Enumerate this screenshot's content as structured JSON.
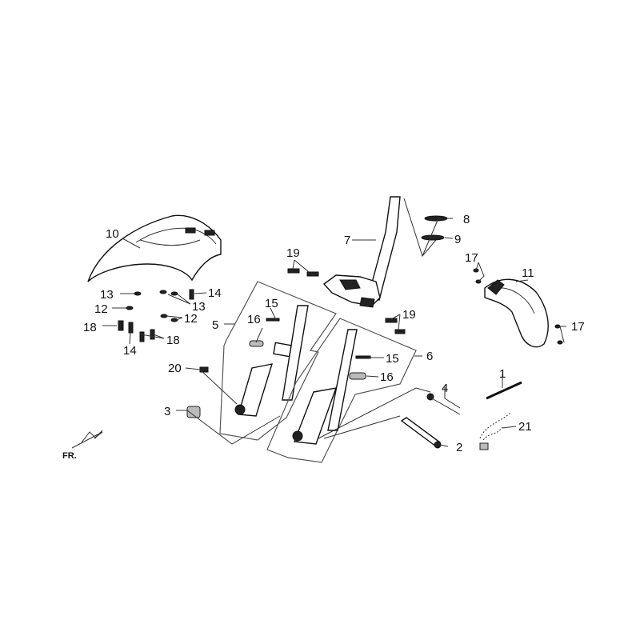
{
  "orientation_label": "FR.",
  "callouts": {
    "c1": "1",
    "c2": "2",
    "c3": "3",
    "c4": "4",
    "c5": "5",
    "c6": "6",
    "c7": "7",
    "c8": "8",
    "c9": "9",
    "c10": "10",
    "c11": "11",
    "c12a": "12",
    "c12b": "12",
    "c13a": "13",
    "c13b": "13",
    "c14a": "14",
    "c14b": "14",
    "c15a": "15",
    "c15b": "15",
    "c16a": "16",
    "c16b": "16",
    "c17a": "17",
    "c17b": "17",
    "c18a": "18",
    "c18b": "18",
    "c19a": "19",
    "c19b": "19",
    "c20": "20",
    "c21": "21"
  }
}
